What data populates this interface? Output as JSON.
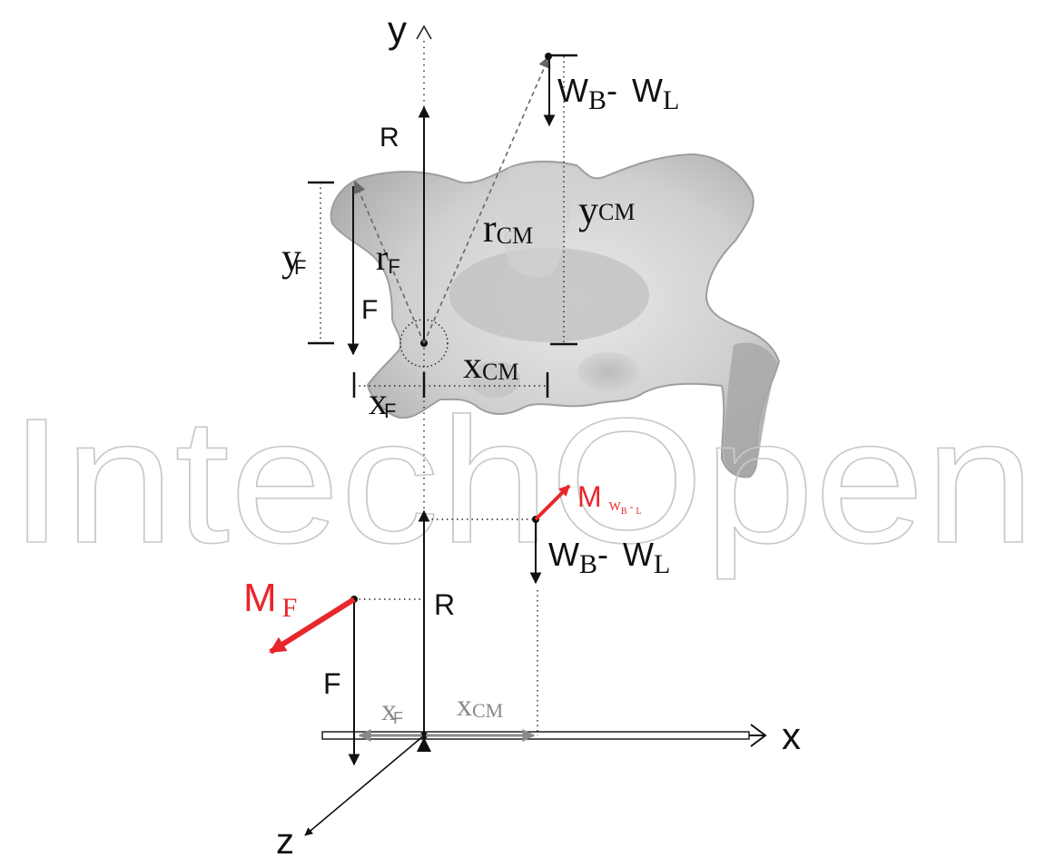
{
  "watermark": {
    "text": "IntechOpen"
  },
  "colors": {
    "ink": "#111111",
    "moment": "#e8262b",
    "grey_arrow": "#8a8a8a",
    "bone_light": "#dcdcdc",
    "bone_dark": "#9a9a9a",
    "watermark_stroke": "#c9c9c9"
  },
  "upper_diagram": {
    "axis_y_label": "y",
    "force_R": "R",
    "force_F": "F",
    "weight_main": "W",
    "weight_sub_b": "B",
    "weight_sep": "- ",
    "weight_second": "W",
    "weight_sub_l": "L",
    "r_cm_main": "r",
    "r_cm_sub": "CM",
    "y_cm_main": "y",
    "y_cm_sub": "CM",
    "r_f_main": "r",
    "r_f_sub": "F",
    "y_f_main": "y",
    "y_f_sub": "F",
    "x_cm_main": "x",
    "x_cm_sub": "CM",
    "x_f_main": "x",
    "x_f_sub": "F"
  },
  "lower_diagram": {
    "moment_wb_main": "M",
    "moment_wb_sub": "W",
    "moment_wb_subsub_b": "B",
    "moment_wb_sep": " - ",
    "moment_wb_subsub_l": "L",
    "weight_main": "W",
    "weight_sub_b": "B",
    "weight_sep": "- ",
    "weight_second": "W",
    "weight_sub_l": "L",
    "moment_f_main": "M",
    "moment_f_sub": "F",
    "force_R": "R",
    "force_F": "F",
    "x_f_main": "x",
    "x_f_sub": "F",
    "x_cm_main": "x",
    "x_cm_sub": "CM",
    "axis_x_label": "x",
    "axis_z_label": "z"
  }
}
